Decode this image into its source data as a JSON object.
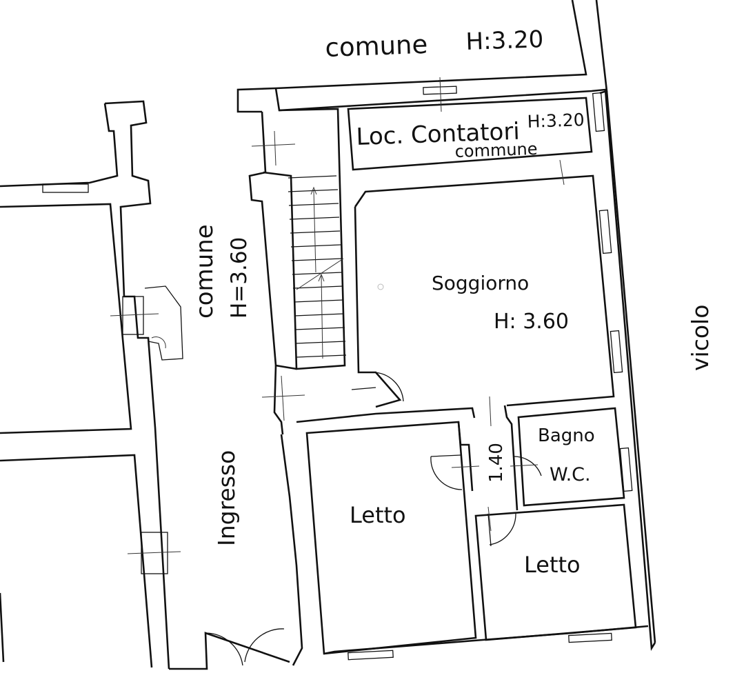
{
  "plan": {
    "common_top": "comune",
    "height_top": "H:3.20",
    "meter_room": "Loc. Contatori",
    "meter_room_height": "H:3.20",
    "meter_room_note": "commune",
    "common_corridor": "comune",
    "corridor_height": "H=3.60",
    "living_room": "Soggiorno",
    "living_room_height": "H: 3.60",
    "alley": "vicolo",
    "bathroom": "Bagno",
    "bathroom_wc": "W.C.",
    "hall_width": "1.40",
    "bedroom_1": "Letto",
    "bedroom_2": "Letto",
    "entrance": "Ingresso"
  },
  "colors": {
    "line": "#111111",
    "background": "#ffffff"
  }
}
